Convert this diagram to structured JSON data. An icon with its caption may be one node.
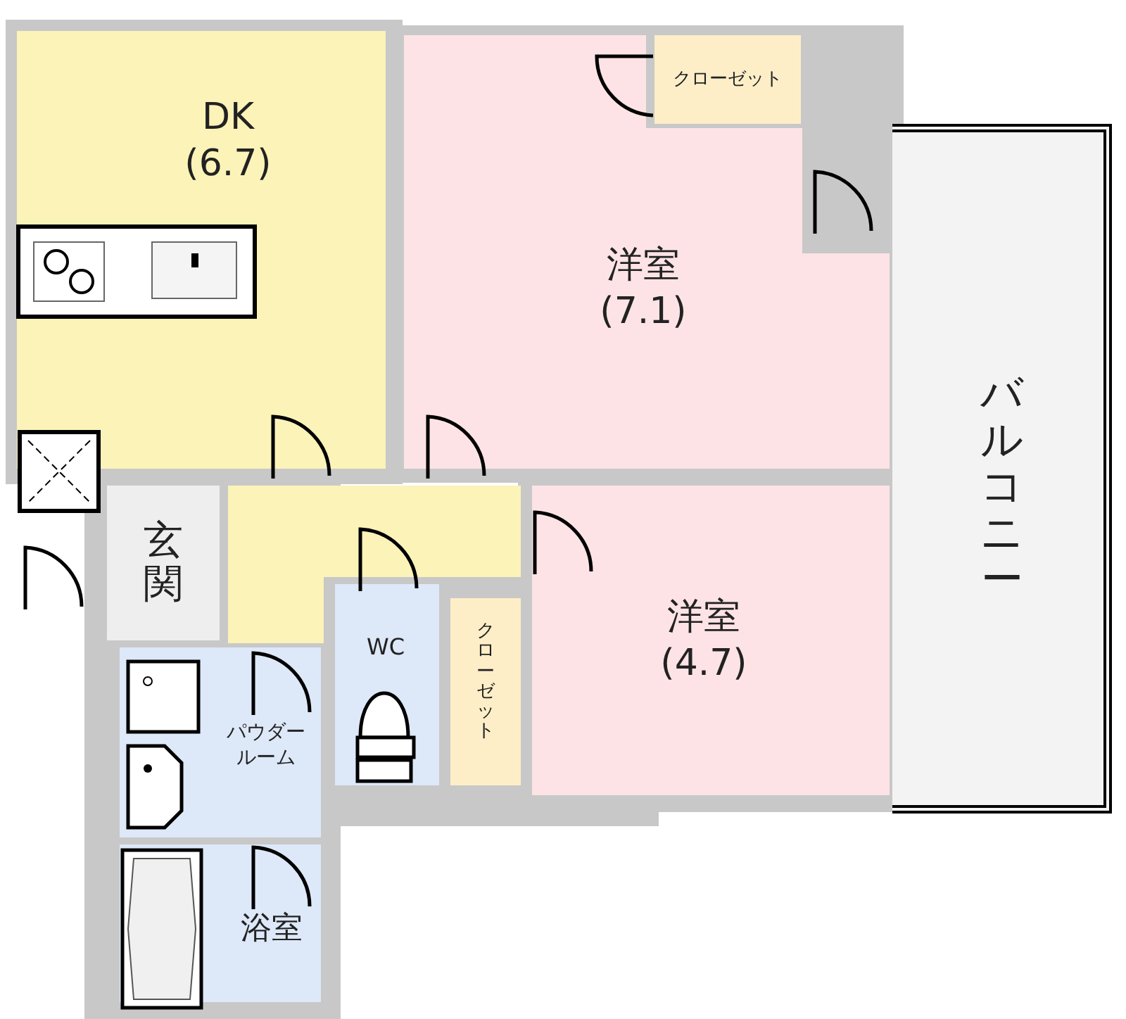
{
  "diagram": {
    "nodes": [
      {
        "text": [
          "DK (6.7)"
        ]
      },
      {
        "text": [
          "洋室 (7.1)"
        ]
      },
      {
        "text": [
          "クローゼット"
        ]
      },
      {
        "text": [
          "バルコニー"
        ]
      },
      {
        "text": [
          "玄関"
        ]
      },
      {
        "text": [],
        "shape": "box"
      },
      {
        "text": [
          "洋室 (4.7)"
        ]
      },
      {
        "text": [
          "WC"
        ]
      },
      {
        "text": [
          "クローゼット"
        ]
      },
      {
        "text": [
          "パウダールーム"
        ]
      },
      {
        "text": [
          "浴室"
        ]
      }
    ]
  }
}
